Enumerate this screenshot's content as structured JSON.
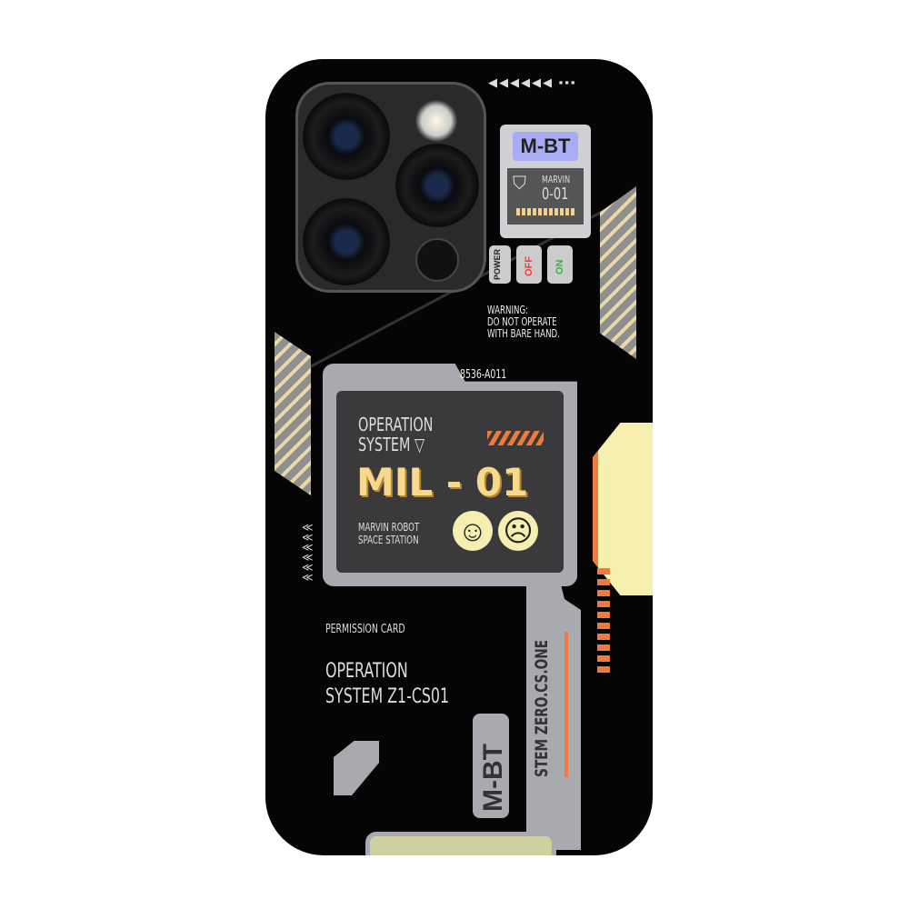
{
  "camera": {
    "icon": "triple-camera-icon"
  },
  "top_card": {
    "brand": "M-BT",
    "model_line1": "MARVIN",
    "model_line2": "0-01",
    "icon": "shield-lightning-icon"
  },
  "power": {
    "label": "POWER",
    "off": "OFF",
    "on": "ON"
  },
  "warning": {
    "line1": "WARNING:",
    "line2": "DO NOT OPERATE",
    "line3": "WITH BARE HAND."
  },
  "screen": {
    "code": "8536-A011",
    "title_line1": "OPERATION",
    "title_line2": "SYSTEM",
    "model": "MIL - 01",
    "subtitle_line1": "MARVIN ROBOT",
    "subtitle_line2": "SPACE STATION",
    "happy": "happy-face-icon",
    "sad": "sad-face-icon"
  },
  "card": {
    "label": "PERMISSION CARD",
    "line1": "OPERATION",
    "line2": "SYSTEM Z1-CS01"
  },
  "side": {
    "brand": "M-BT",
    "vertical_text": "STEM ZERO.CS.ONE"
  },
  "colors": {
    "case": "#050505",
    "panel": "#a9aab0",
    "accent": "#ef7a3a",
    "cream": "#f7efb0",
    "purple": "#a9acf5"
  }
}
